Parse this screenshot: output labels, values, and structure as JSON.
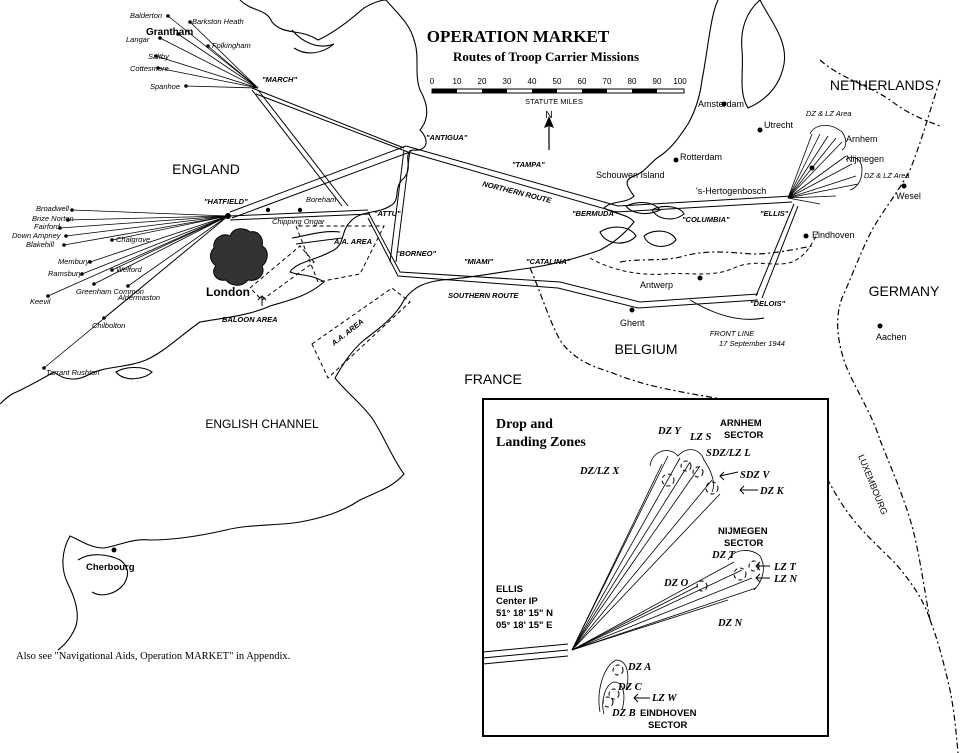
{
  "title": {
    "line1": "OPERATION MARKET",
    "line2": "Routes of Troop Carrier Missions"
  },
  "scale": {
    "ticks": [
      "0",
      "10",
      "20",
      "30",
      "40",
      "50",
      "60",
      "70",
      "80",
      "90",
      "100"
    ],
    "unit": "STATUTE MILES"
  },
  "compass": "N",
  "countries": {
    "england": "ENGLAND",
    "netherlands": "NETHERLANDS",
    "germany": "GERMANY",
    "belgium": "BELGIUM",
    "france": "FRANCE",
    "luxembourg": "LUXEMBOURG"
  },
  "water": {
    "channel": "ENGLISH CHANNEL"
  },
  "airfields": [
    "Balderton",
    "Barkston Heath",
    "Grantham",
    "Langar",
    "Folkingham",
    "Saltby",
    "Cottesmore",
    "Spanhoe",
    "Broadwell",
    "Brize Norton",
    "Fairford",
    "Down Ampney",
    "Blakehill",
    "Chalgrove",
    "Membury",
    "Welford",
    "Ramsbury",
    "Greenham Common",
    "Keevil",
    "Aldermaston",
    "Chilbolton",
    "Tarrant Rushton"
  ],
  "checkpoints": {
    "march": "\"MARCH\"",
    "antigua": "\"ANTIGUA\"",
    "hatfield": "\"HATFIELD\"",
    "attu": "\"ATTU\"",
    "tampa": "\"TAMPA\"",
    "bermuda": "\"BERMUDA\"",
    "columbia": "\"COLUMBIA\"",
    "ellis": "\"ELLIS\"",
    "borneo": "\"BORNEO\"",
    "miami": "\"MIAMI\"",
    "catalina": "\"CATALINA\"",
    "delois": "\"DELOIS\""
  },
  "routes": {
    "northern": "NORTHERN ROUTE",
    "southern": "SOUTHERN ROUTE"
  },
  "cities": {
    "london": "London",
    "chipping_ongar": "Chipping Ongar",
    "boreham": "Boreham",
    "amsterdam": "Amsterdam",
    "utrecht": "Utrecht",
    "rotterdam": "Rotterdam",
    "schouwen": "Schouwen Island",
    "hertogenbosch": "'s-Hertogenbosch",
    "arnhem": "Arnhem",
    "nijmegen": "Nijmegen",
    "wesel": "Wesel",
    "eindhoven": "Eindhoven",
    "antwerp": "Antwerp",
    "ghent": "Ghent",
    "aachen": "Aachen",
    "cherbourg": "Cherbourg"
  },
  "areas": {
    "aa_area_1": "A.A. AREA",
    "aa_area_2": "A.A. AREA",
    "balloon": "BALOON AREA",
    "dz_lz_area_1": "DZ & LZ Area",
    "dz_lz_area_2": "DZ & LZ Area"
  },
  "front_line": {
    "line1": "FRONT LINE",
    "line2": "17 September 1944"
  },
  "inset": {
    "title_line1": "Drop and",
    "title_line2": "Landing Zones",
    "arnhem_sector": [
      "ARNHEM",
      "SECTOR"
    ],
    "nijmegen_sector": [
      "NIJMEGEN",
      "SECTOR"
    ],
    "eindhoven_sector": [
      "EINDHOVEN",
      "SECTOR"
    ],
    "zones": {
      "dz_y": "DZ Y",
      "lz_s": "LZ S",
      "sdz_lz_l": "SDZ/LZ L",
      "dz_lz_x": "DZ/LZ X",
      "sdz_v": "SDZ V",
      "dz_k": "DZ K",
      "dz_t": "DZ T",
      "lz_t": "LZ T",
      "lz_n": "LZ N",
      "dz_o": "DZ O",
      "dz_n": "DZ N",
      "dz_a": "DZ A",
      "dz_c": "DZ C",
      "lz_w": "LZ W",
      "dz_b": "DZ B"
    },
    "ellis": {
      "name": "ELLIS",
      "line2": "Center IP",
      "lat": "51° 18' 15\" N",
      "lon": "05° 18' 15\" E"
    }
  },
  "footnote": "Also see \"Navigational Aids, Operation MARKET\" in Appendix."
}
